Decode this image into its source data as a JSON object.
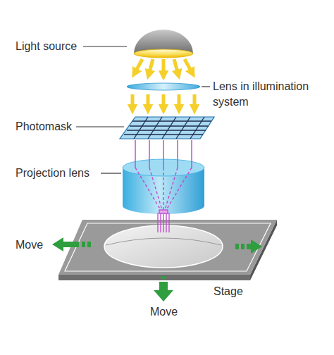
{
  "diagram": {
    "labels": [
      "Light source",
      "Lens in illumination system",
      "Photomask",
      "Projection lens",
      "Move",
      "Stage",
      "Move"
    ]
  }
}
